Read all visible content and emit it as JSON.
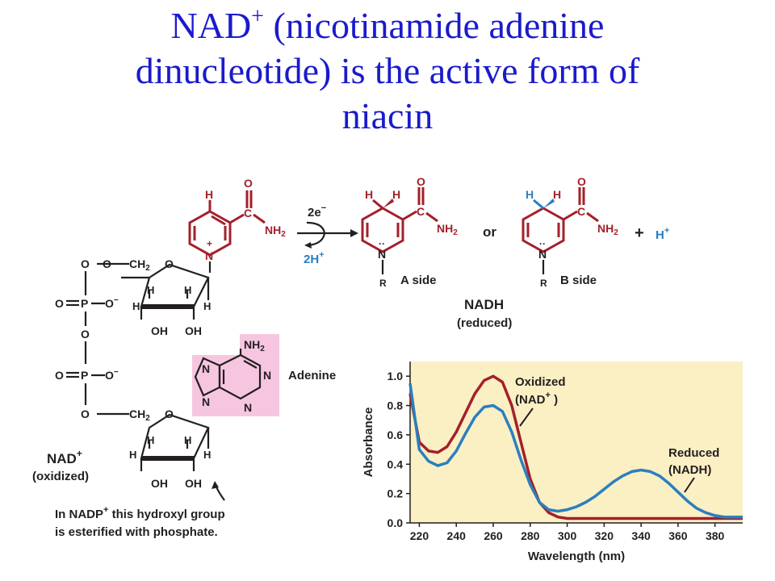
{
  "slide": {
    "title_prefix": "NAD",
    "title_sup": "+",
    "title_line1_rest": " (nicotinamide adenine",
    "title_line2": "dinucleotide) is the active form of",
    "title_line3": "niacin"
  },
  "diagram": {
    "reaction_electrons": "2e",
    "reaction_protons": "2H",
    "label_a_side": "A  side",
    "label_b_side": "B  side",
    "label_or": "or",
    "label_plus": "+",
    "label_h_plus": "H",
    "nadh_name": "NADH",
    "nadh_state": "(reduced)",
    "nad_name": "NAD",
    "nad_state": "(oxidized)",
    "adenine_label": "Adenine",
    "note_line1": "In NADP",
    "note_line1_rest": " this hydroxyl group",
    "note_line2": "is esterified with phosphate.",
    "atoms": {
      "H": "H",
      "O": "O",
      "C": "C",
      "N": "N",
      "R": "R",
      "P": "P",
      "NH2": "NH",
      "CH2": "CH",
      "OH": "OH",
      "Ominus": "O"
    },
    "colors": {
      "oxidized": "#a3202a",
      "reduced": "#2a7fc0",
      "adenine_box": "#f6c6e0",
      "plot_bg": "#fbefc4",
      "title": "#1a1acd"
    }
  },
  "chart_data": {
    "type": "line",
    "xlabel": "Wavelength (nm)",
    "ylabel": "Absorbance",
    "xlim": [
      215,
      395
    ],
    "ylim": [
      0,
      1.1
    ],
    "x_ticks": [
      220,
      240,
      260,
      280,
      300,
      320,
      340,
      360,
      380
    ],
    "y_ticks": [
      0.0,
      0.2,
      0.4,
      0.6,
      0.8,
      1.0
    ],
    "series": [
      {
        "name": "Oxidized (NAD+)",
        "label_line1": "Oxidized",
        "label_line2": "(NAD",
        "label_sup": "+",
        "label_end": " )",
        "color": "#a3202a",
        "x": [
          215,
          220,
          225,
          230,
          235,
          240,
          245,
          250,
          255,
          260,
          265,
          270,
          275,
          280,
          285,
          290,
          295,
          300,
          320,
          340,
          360,
          380,
          395
        ],
        "y": [
          0.88,
          0.55,
          0.49,
          0.48,
          0.52,
          0.62,
          0.75,
          0.88,
          0.97,
          1.0,
          0.96,
          0.8,
          0.55,
          0.3,
          0.14,
          0.07,
          0.04,
          0.03,
          0.03,
          0.03,
          0.03,
          0.03,
          0.03
        ]
      },
      {
        "name": "Reduced (NADH)",
        "label_line1": "Reduced",
        "label_line2": "(NADH)",
        "color": "#2a7fc0",
        "x": [
          215,
          220,
          225,
          230,
          235,
          240,
          245,
          250,
          255,
          260,
          265,
          270,
          275,
          280,
          285,
          290,
          295,
          300,
          305,
          310,
          315,
          320,
          325,
          330,
          335,
          340,
          345,
          350,
          355,
          360,
          365,
          370,
          375,
          380,
          385,
          390,
          395
        ],
        "y": [
          0.95,
          0.5,
          0.42,
          0.39,
          0.41,
          0.49,
          0.61,
          0.72,
          0.79,
          0.8,
          0.76,
          0.62,
          0.43,
          0.26,
          0.14,
          0.09,
          0.08,
          0.09,
          0.11,
          0.14,
          0.18,
          0.23,
          0.28,
          0.32,
          0.35,
          0.36,
          0.35,
          0.32,
          0.27,
          0.21,
          0.15,
          0.1,
          0.07,
          0.05,
          0.04,
          0.04,
          0.04
        ]
      }
    ]
  }
}
